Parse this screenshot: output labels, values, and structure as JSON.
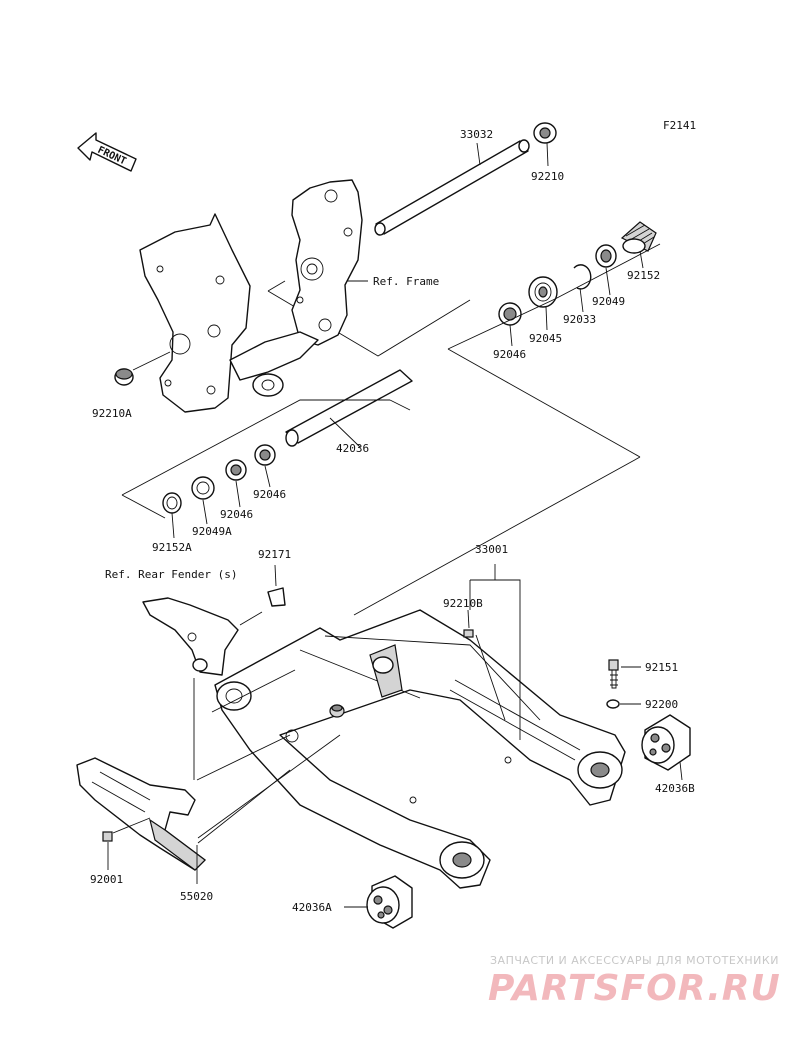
{
  "figure_code": "F2141",
  "front_label": "FRONT",
  "refs": {
    "frame": "Ref. Frame",
    "rear_fender": "Ref. Rear Fender (s)"
  },
  "parts": {
    "p33032": "33032",
    "p92210": "92210",
    "p92152": "92152",
    "p92049": "92049",
    "p92033": "92033",
    "p92045": "92045",
    "p92046_top": "92046",
    "p92210A": "92210A",
    "p42036": "42036",
    "p92046_mid": "92046",
    "p92046_low": "92046",
    "p92049A": "92049A",
    "p92152A": "92152A",
    "p92171": "92171",
    "p33001": "33001",
    "p92210B": "92210B",
    "p92151": "92151",
    "p92200": "92200",
    "p42036B": "42036B",
    "p92001": "92001",
    "p55020": "55020",
    "p42036A": "42036A"
  },
  "watermark": {
    "tagline": "ЗАПЧАСТИ И АКСЕССУАРЫ ДЛЯ МОТОТЕХНИКИ",
    "brand": "PARTSFOR.RU",
    "color": "#e87d85"
  }
}
